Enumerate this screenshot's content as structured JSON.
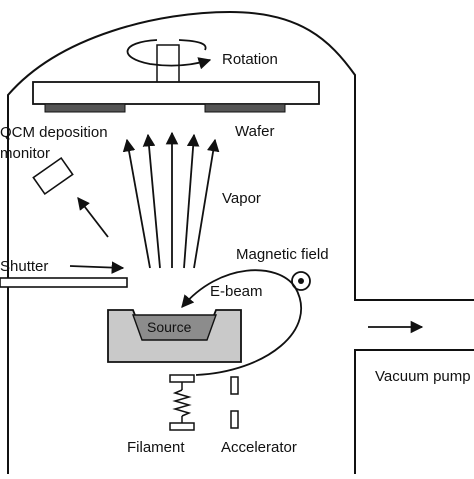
{
  "labels": {
    "rotation": "Rotation",
    "qcm_line1": "QCM deposition",
    "qcm_line2": "monitor",
    "wafer": "Wafer",
    "vapor": "Vapor",
    "magnetic_field": "Magnetic field",
    "shutter": "Shutter",
    "e_beam": "E-beam",
    "source": "Source",
    "vacuum_pump": "Vacuum pump",
    "filament": "Filament",
    "accelerator": "Accelerator"
  },
  "colors": {
    "line": "#111111",
    "fill_light": "#ffffff",
    "crucible": "#c9c9c9",
    "source": "#8c8c8c",
    "wafer": "#555555"
  }
}
